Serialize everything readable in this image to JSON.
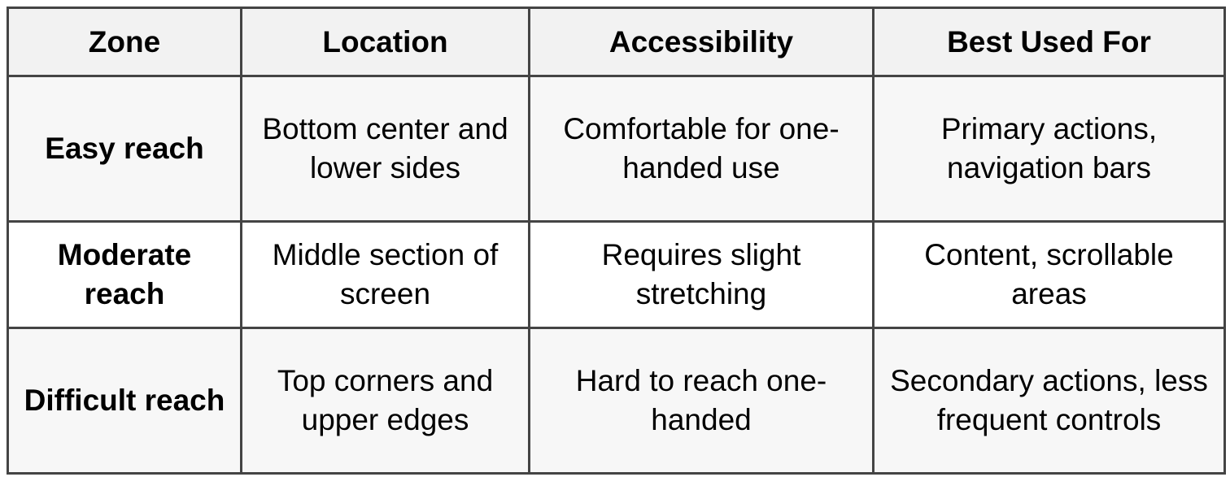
{
  "table": {
    "headers": [
      "Zone",
      "Location",
      "Accessibility",
      "Best Used For"
    ],
    "rows": [
      {
        "zone": "Easy reach",
        "location": "Bottom center and lower sides",
        "accessibility": "Comfortable for one-handed use",
        "best_used_for": "Primary actions, navigation bars"
      },
      {
        "zone": "Moderate reach",
        "location": "Middle section of screen",
        "accessibility": "Requires slight stretching",
        "best_used_for": "Content, scrollable areas"
      },
      {
        "zone": "Difficult reach",
        "location": "Top corners and upper edges",
        "accessibility": "Hard to reach one-handed",
        "best_used_for": "Secondary actions, less frequent controls"
      }
    ]
  },
  "colors": {
    "border": "#444444",
    "header_bg": "#f2f2f2",
    "alt_row_bg": "#f7f7f7",
    "row_bg": "#ffffff"
  }
}
